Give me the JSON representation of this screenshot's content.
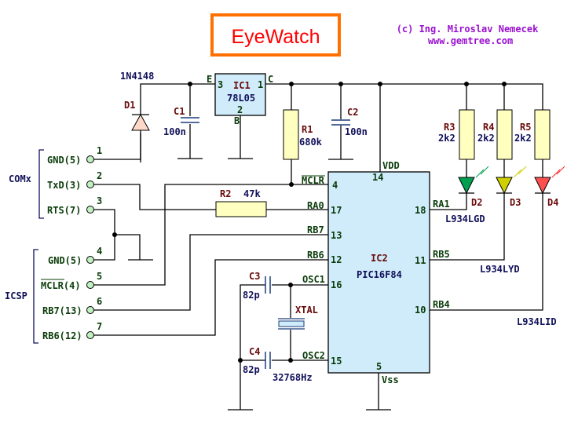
{
  "title": "EyeWatch",
  "credit": {
    "line1": "(c) Ing. Miroslav Nemecek",
    "line2": "www.gemtree.com"
  },
  "colors": {
    "title_border": "#ff7000",
    "title_text": "#ff0000",
    "credit": "#9a10d0",
    "ic_fill": "#d0ecfa",
    "resistor_fill": "#ffffc0",
    "terminal_fill": "#c0f0c0",
    "led_green": "#00a050",
    "led_yellow": "#d0d000",
    "led_red": "#ff5050",
    "diode_fill": "#ffd8c8"
  },
  "connectors": {
    "comx": {
      "label": "COMx",
      "pins": [
        {
          "name": "GND(5)",
          "num": "1"
        },
        {
          "name": "TxD(3)",
          "num": "2"
        },
        {
          "name": "RTS(7)",
          "num": "3"
        }
      ]
    },
    "icsp": {
      "label": "ICSP",
      "pins": [
        {
          "name": "GND(5)",
          "num": "4"
        },
        {
          "name": "MCLR(4)",
          "num": "5"
        },
        {
          "name": "RB7(13)",
          "num": "6"
        },
        {
          "name": "RB6(12)",
          "num": "7"
        }
      ]
    }
  },
  "components": {
    "d1": {
      "ref": "D1",
      "value": "1N4148"
    },
    "c1": {
      "ref": "C1",
      "value": "100n"
    },
    "ic1": {
      "ref": "IC1",
      "value": "78L05",
      "pin_e": "E",
      "pin_e_num": "3",
      "pin_c": "C",
      "pin_c_num": "1",
      "pin_b": "B",
      "pin_b_num": "2"
    },
    "r1": {
      "ref": "R1",
      "value": "680k"
    },
    "c2": {
      "ref": "C2",
      "value": "100n"
    },
    "r2": {
      "ref": "R2",
      "value": "47k"
    },
    "r3": {
      "ref": "R3",
      "value": "2k2"
    },
    "r4": {
      "ref": "R4",
      "value": "2k2"
    },
    "r5": {
      "ref": "R5",
      "value": "2k2"
    },
    "d2": {
      "ref": "D2",
      "value": "L934LGD"
    },
    "d3": {
      "ref": "D3",
      "value": "L934LYD"
    },
    "d4": {
      "ref": "D4",
      "value": "L934LID"
    },
    "c3": {
      "ref": "C3",
      "value": "82p"
    },
    "c4": {
      "ref": "C4",
      "value": "82p"
    },
    "xtal": {
      "ref": "XTAL",
      "value": "32768Hz"
    },
    "ic2": {
      "ref": "IC2",
      "value": "PIC16F84",
      "pins": {
        "mclr": {
          "name": "MCLR",
          "num": "4"
        },
        "ra0": {
          "name": "RA0",
          "num": "17"
        },
        "rb7": {
          "name": "RB7",
          "num": "13"
        },
        "rb6": {
          "name": "RB6",
          "num": "12"
        },
        "osc1": {
          "name": "OSC1",
          "num": "16"
        },
        "osc2": {
          "name": "OSC2",
          "num": "15"
        },
        "vdd": {
          "name": "VDD",
          "num": "14"
        },
        "vss": {
          "name": "Vss",
          "num": "5"
        },
        "ra1": {
          "name": "RA1",
          "num": "18"
        },
        "rb5": {
          "name": "RB5",
          "num": "11"
        },
        "rb4": {
          "name": "RB4",
          "num": "10"
        }
      }
    }
  }
}
